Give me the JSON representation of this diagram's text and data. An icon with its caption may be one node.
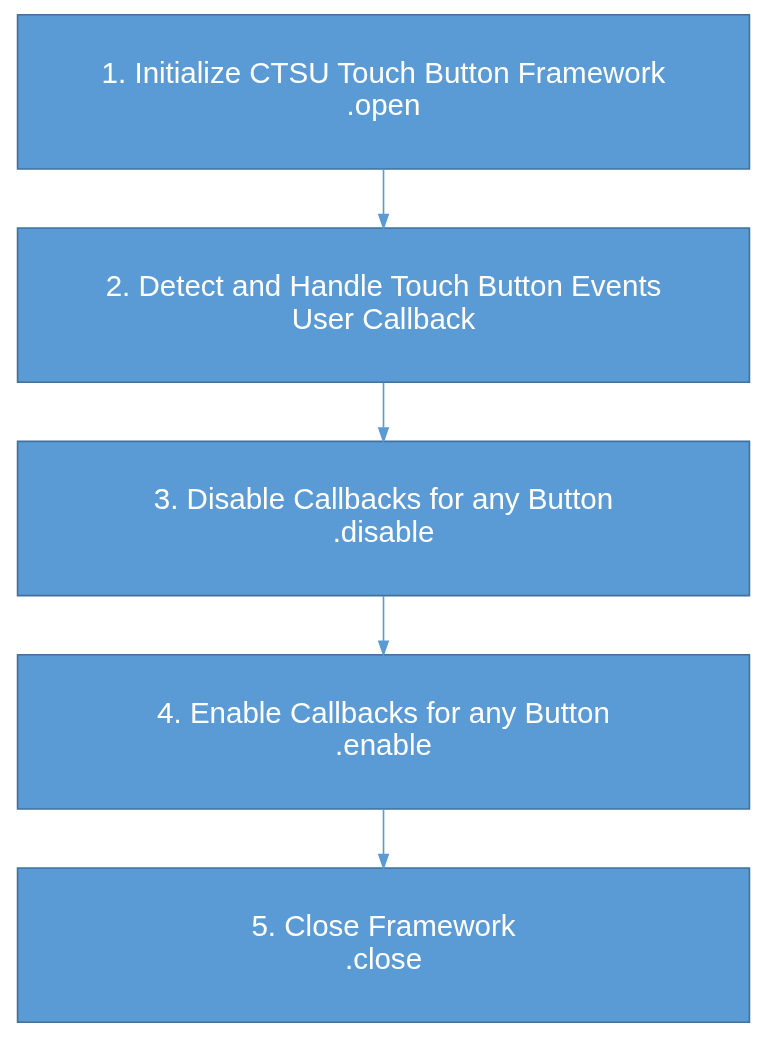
{
  "diagram": {
    "nodes": [
      {
        "text": [
          "1. Initialize CTSU Touch Button Framework",
          ".open"
        ]
      },
      {
        "text": [
          "2. Detect and Handle Touch Button Events",
          "User Callback"
        ]
      },
      {
        "text": [
          "3. Disable Callbacks for any Button",
          ".disable"
        ]
      },
      {
        "text": [
          "4. Enable Callbacks for any Button",
          ".enable"
        ]
      },
      {
        "text": [
          "5. Close Framework",
          ".close"
        ]
      }
    ],
    "edges": [
      {
        "from": 0,
        "to": 1,
        "arrow": "to"
      },
      {
        "from": 1,
        "to": 2,
        "arrow": "to"
      },
      {
        "from": 2,
        "to": 3,
        "arrow": "to"
      },
      {
        "from": 3,
        "to": 4,
        "arrow": "to"
      }
    ]
  }
}
